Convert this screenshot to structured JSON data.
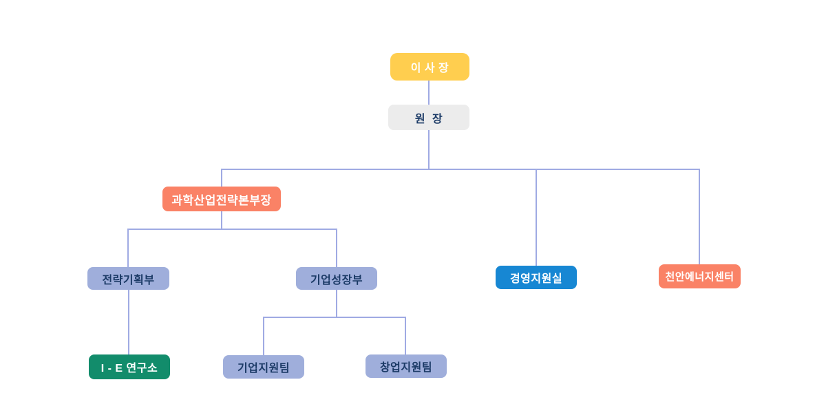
{
  "chart_type": "org-chart",
  "background": "#ffffff",
  "colors": {
    "chairman_bg": "#FFCE4F",
    "president_bg": "#ECECEC",
    "division_head_bg": "#FA8266",
    "department_bg": "#9FAEDB",
    "management_office_bg": "#1787D3",
    "research_institute_bg": "#128C6B",
    "cheonan_center_bg": "#FA8266",
    "connector_line": "#9FAAE3",
    "dark_text": "#1B3A66",
    "light_text": "#FFFFFF"
  },
  "nodes": {
    "chairman": {
      "label": "이 사 장"
    },
    "president": {
      "label": "원  장"
    },
    "strategy_head": {
      "label": "과학산업전략본부장"
    },
    "planning_dept": {
      "label": "전략기획부"
    },
    "growth_dept": {
      "label": "기업성장부"
    },
    "mgmt_office": {
      "label": "경영지원실"
    },
    "cheonan_center": {
      "label": "천안에너지센터"
    },
    "ie_institute": {
      "label": "I - E 연구소"
    },
    "biz_support_team": {
      "label": "기업지원팀"
    },
    "startup_team": {
      "label": "창업지원팀"
    }
  },
  "edges": [
    {
      "from": "chairman",
      "to": "president"
    },
    {
      "from": "president",
      "to": "strategy_head"
    },
    {
      "from": "president",
      "to": "mgmt_office"
    },
    {
      "from": "president",
      "to": "cheonan_center"
    },
    {
      "from": "strategy_head",
      "to": "planning_dept"
    },
    {
      "from": "strategy_head",
      "to": "growth_dept"
    },
    {
      "from": "planning_dept",
      "to": "ie_institute"
    },
    {
      "from": "growth_dept",
      "to": "biz_support_team"
    },
    {
      "from": "growth_dept",
      "to": "startup_team"
    }
  ]
}
